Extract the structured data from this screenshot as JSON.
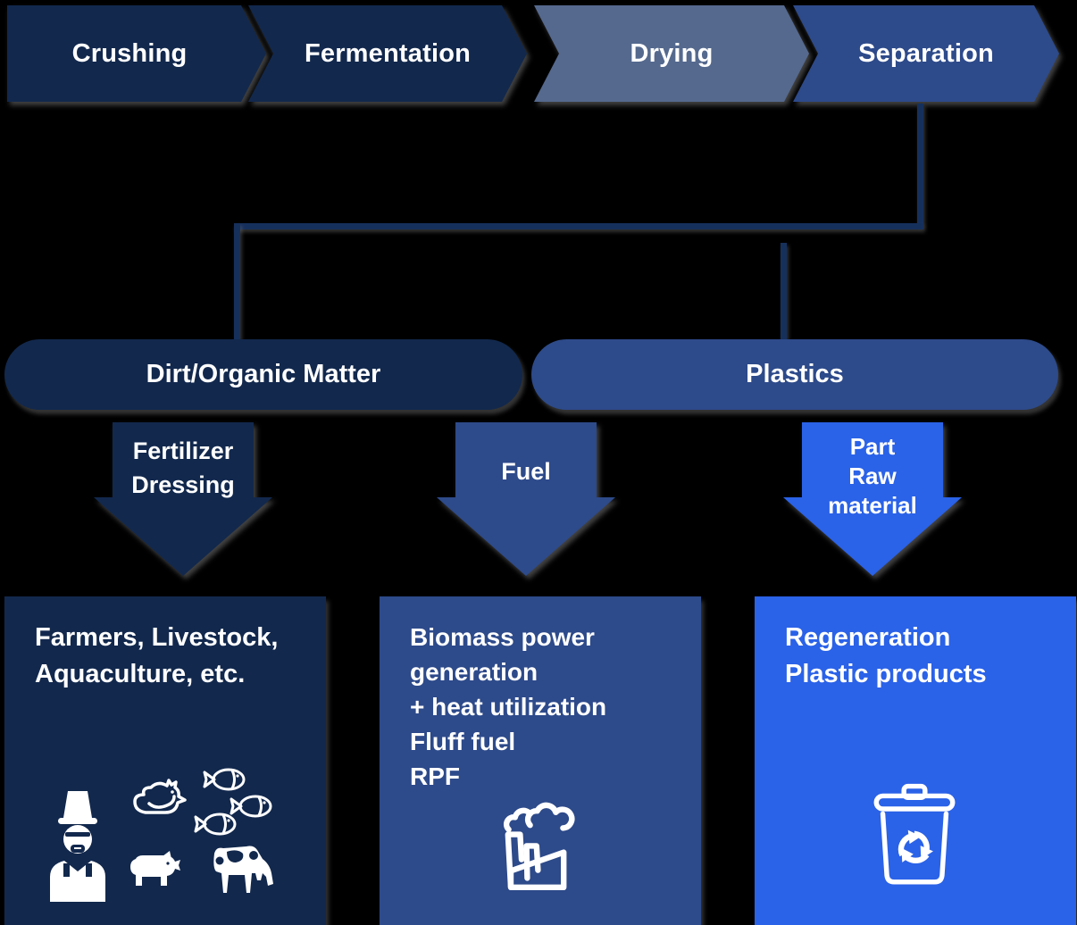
{
  "colors": {
    "background": "#000000",
    "navy": "#12284d",
    "gray_blue": "#55698e",
    "medium_blue": "#2d4a8a",
    "bright_blue": "#2a62e8",
    "line": "#16305c",
    "text": "#ffffff"
  },
  "process_steps": [
    {
      "label": "Crushing"
    },
    {
      "label": "Fermentation"
    },
    {
      "label": "Drying"
    },
    {
      "label": "Separation"
    }
  ],
  "branches": [
    {
      "label": "Dirt/Organic Matter"
    },
    {
      "label": "Plastics"
    }
  ],
  "arrows": [
    {
      "lines": [
        "Fertilizer",
        "Dressing"
      ]
    },
    {
      "lines": [
        "Fuel"
      ]
    },
    {
      "lines": [
        "Part",
        "Raw",
        "material"
      ]
    }
  ],
  "outputs": [
    {
      "lines": [
        "Farmers, Livestock,",
        "Aquaculture, etc."
      ],
      "icons": [
        "farmer-icon",
        "chicken-icon",
        "fish-school-icon",
        "pig-icon",
        "cow-icon"
      ]
    },
    {
      "lines": [
        "Biomass power",
        "generation",
        "+ heat utilization",
        "Fluff fuel",
        "RPF"
      ],
      "icons": [
        "factory-icon"
      ]
    },
    {
      "lines": [
        "Regeneration",
        "Plastic products"
      ],
      "icons": [
        "recycle-bin-icon"
      ]
    }
  ]
}
